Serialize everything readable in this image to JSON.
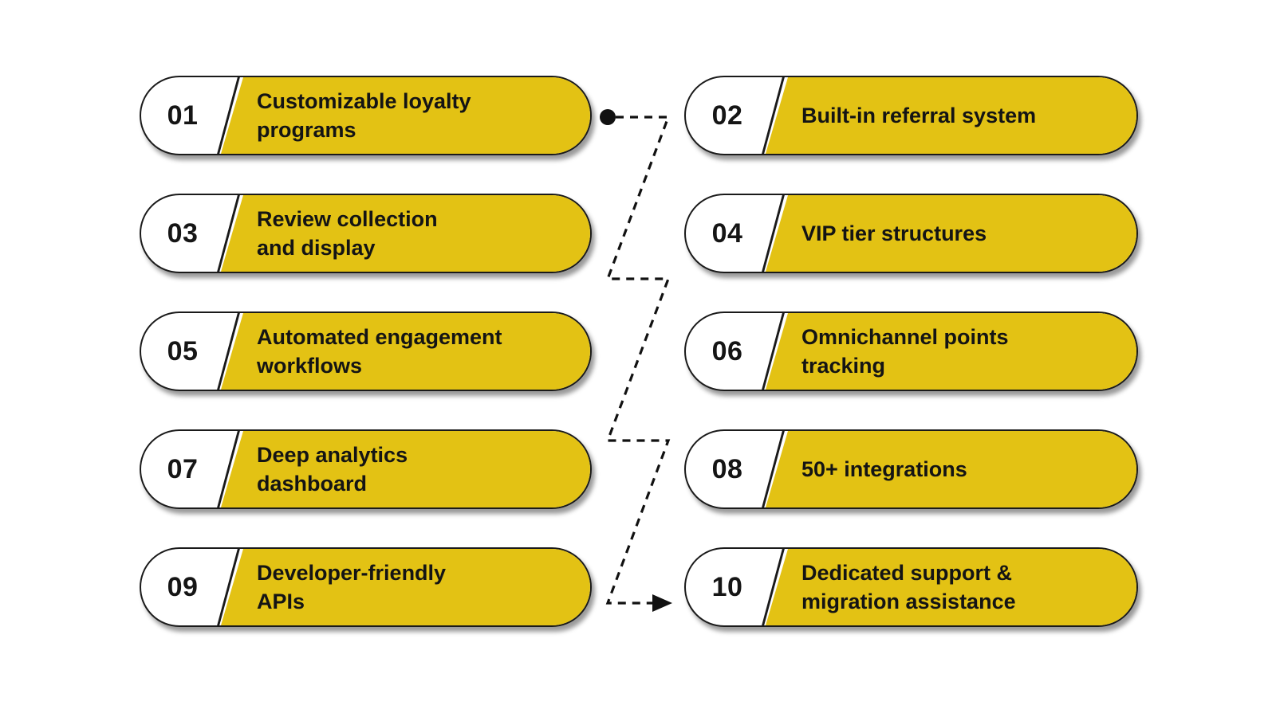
{
  "diagram": {
    "background_color": "#ffffff",
    "accent_color": "#e3c214",
    "outline_color": "#1a1a1a",
    "items": [
      {
        "number": "01",
        "label": "Customizable loyalty\nprograms",
        "column": "left",
        "row": 1
      },
      {
        "number": "02",
        "label": "Built-in referral system",
        "column": "right",
        "row": 1
      },
      {
        "number": "03",
        "label": "Review collection\nand display",
        "column": "left",
        "row": 2
      },
      {
        "number": "04",
        "label": "VIP tier structures",
        "column": "right",
        "row": 2
      },
      {
        "number": "05",
        "label": "Automated engagement\nworkflows",
        "column": "left",
        "row": 3
      },
      {
        "number": "06",
        "label": "Omnichannel points\ntracking",
        "column": "right",
        "row": 3
      },
      {
        "number": "07",
        "label": "Deep analytics\ndashboard",
        "column": "left",
        "row": 4
      },
      {
        "number": "08",
        "label": "50+ integrations",
        "column": "right",
        "row": 4
      },
      {
        "number": "09",
        "label": "Developer-friendly\nAPIs",
        "column": "left",
        "row": 5
      },
      {
        "number": "10",
        "label": "Dedicated support &\nmigration assistance",
        "column": "right",
        "row": 5
      }
    ],
    "connector": {
      "style": "dashed-zigzag",
      "color": "#111111",
      "start_marker": "dot",
      "end_marker": "arrow",
      "from_item": "01",
      "to_item": "10"
    }
  }
}
